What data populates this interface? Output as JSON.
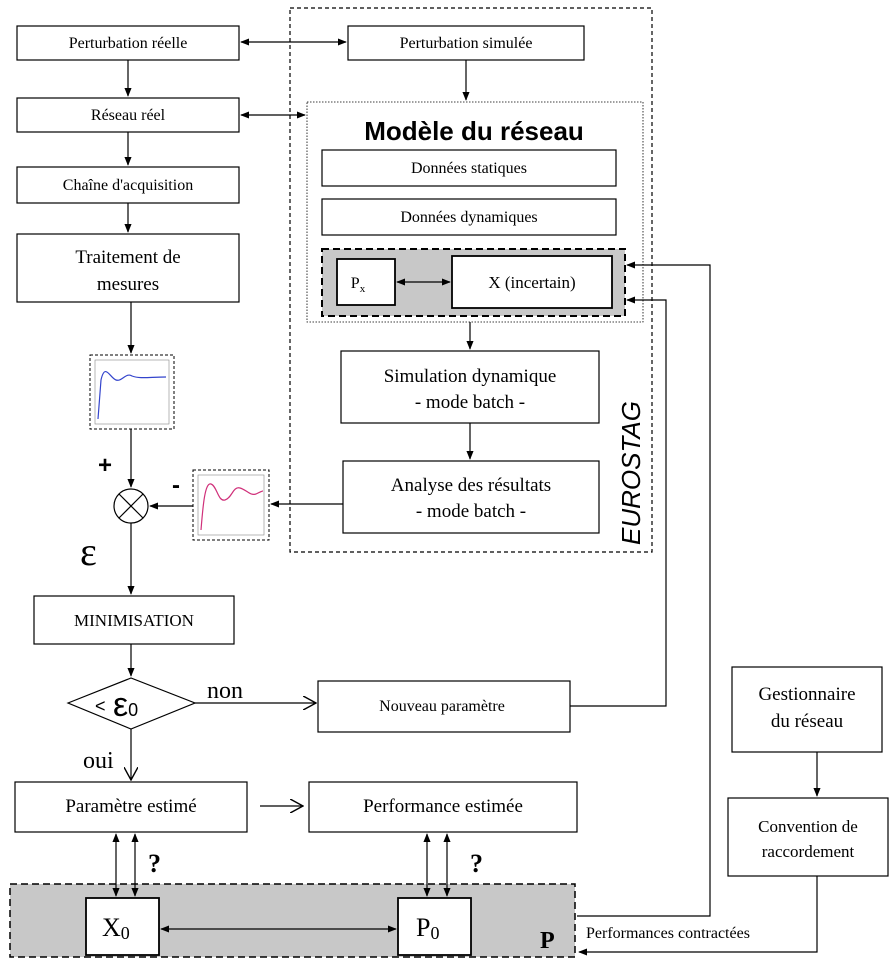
{
  "colors": {
    "shade": "#c8c8c8",
    "curve_blue": "#3344cc",
    "curve_pink": "#d0307a"
  },
  "boxes": {
    "pert_reelle": "Perturbation réelle",
    "pert_simulee": "Perturbation simulée",
    "reseau_reel": "Réseau réel",
    "chaine": "Chaîne d'acquisition",
    "traitement_1": "Traitement de",
    "traitement_2": "mesures",
    "modele_title": "Modèle du réseau",
    "donnees_statiques": "Données statiques",
    "donnees_dynamiques": "Données dynamiques",
    "px": "P",
    "px_sub": "x",
    "x_incertain": "X (incertain)",
    "simulation_1": "Simulation dynamique",
    "simulation_2": "- mode batch -",
    "analyse_1": "Analyse des résultats",
    "analyse_2": "- mode batch -",
    "eurostag": "EUROSTAG",
    "minimisation": "MINIMISATION",
    "nouveau_parametre": "Nouveau paramètre",
    "parametre_estime": "Paramètre estimé",
    "performance_estimee": "Performance estimée",
    "gestionnaire_1": "Gestionnaire",
    "gestionnaire_2": "du réseau",
    "convention_1": "Convention de",
    "convention_2": "raccordement",
    "x0": "X",
    "x0_sub": "0",
    "p0": "P",
    "p0_sub": "0",
    "p_label": "P",
    "performances_contractees": "Performances contractées"
  },
  "labels": {
    "plus": "+",
    "minus": "-",
    "epsilon": "ε",
    "lt": "<",
    "epsilon0": "ε",
    "epsilon0_sub": "0",
    "non": "non",
    "oui": "oui",
    "q1": "?",
    "q2": "?"
  }
}
